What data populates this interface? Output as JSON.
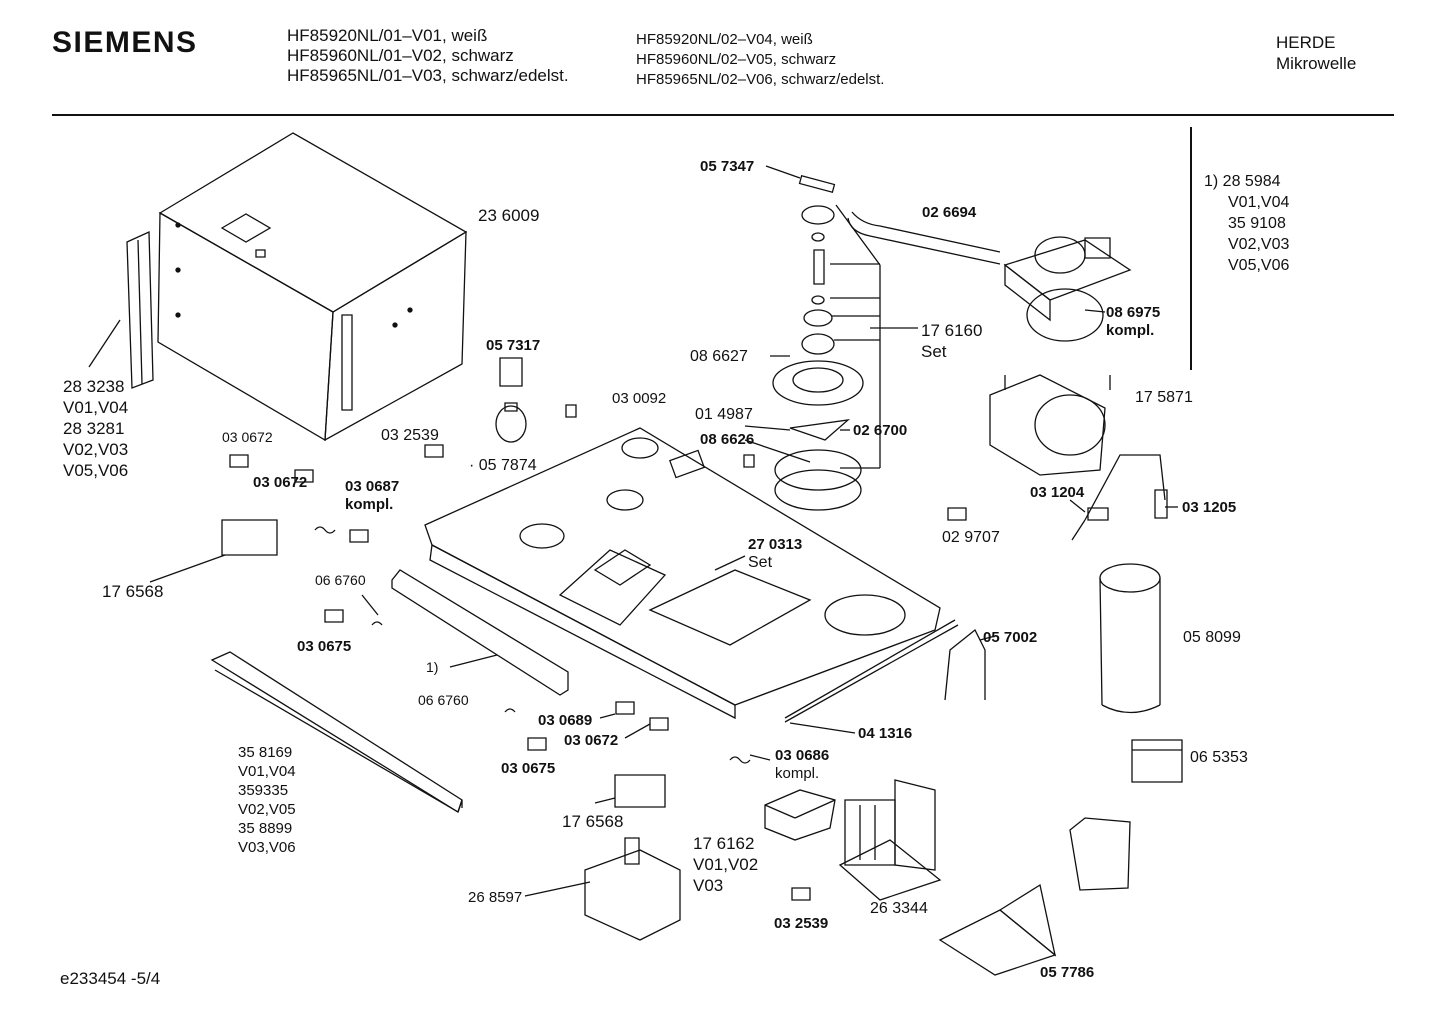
{
  "header": {
    "brand": "SIEMENS",
    "models_left": [
      "HF85920NL/01–V01, weiß",
      "HF85960NL/01–V02, schwarz",
      "HF85965NL/01–V03, schwarz/edelst."
    ],
    "models_right": [
      "HF85920NL/02–V04, weiß",
      "HF85960NL/02–V05, schwarz",
      "HF85965NL/02–V06, schwarz/edelst."
    ],
    "category": [
      "HERDE",
      "Mikrowelle"
    ]
  },
  "footnote_panel": [
    "1)  28 5984",
    "V01,V04",
    "35 9108",
    "V02,V03",
    "V05,V06"
  ],
  "parts": {
    "p236009": "23 6009",
    "p283238": [
      "28 3238",
      "V01,V04",
      "28 3281",
      "V02,V03",
      "V05,V06"
    ],
    "p057347": "05 7347",
    "p026694": "02 6694",
    "p086975": [
      "08 6975",
      "kompl."
    ],
    "p176160": [
      "17 6160",
      "Set"
    ],
    "p057317": "05 7317",
    "p086627": "08 6627",
    "p030092": "03 0092",
    "p014987": "01 4987",
    "p086626": "08 6626",
    "p026700": "02 6700",
    "p175871": "17 5871",
    "p030672a": "03 0672",
    "p032539a": "03 2539",
    "p057874": "· 05 7874",
    "p030672b": "03 0672",
    "p030687": [
      "03 0687",
      "kompl."
    ],
    "p031204": "03 1204",
    "p031205": "03 1205",
    "p029707": "02 9707",
    "p176568a": "17 6568",
    "p066760a": "06 6760",
    "p270313": [
      "27 0313",
      "Set"
    ],
    "p030675a": "03 0675",
    "p057002": "05 7002",
    "p058099": "05 8099",
    "p_fn1": "1)",
    "p066760b": "06 6760",
    "p030689": "03 0689",
    "p030672c": "03 0672",
    "p041316": "04 1316",
    "p358169": [
      "35 8169",
      "V01,V04",
      "359335",
      "V02,V05",
      "35 8899",
      "V03,V06"
    ],
    "p030675b": "03 0675",
    "p030686": [
      "03 0686",
      "kompl."
    ],
    "p065353": "06 5353",
    "p176568b": "17 6568",
    "p176162": [
      "17 6162",
      "V01,V02",
      "V03"
    ],
    "p268597": "26 8597",
    "p263344": "26 3344",
    "p032539b": "03 2539",
    "p057786": "05 7786"
  },
  "footer": {
    "doc_id": "e233454 -5/4"
  }
}
